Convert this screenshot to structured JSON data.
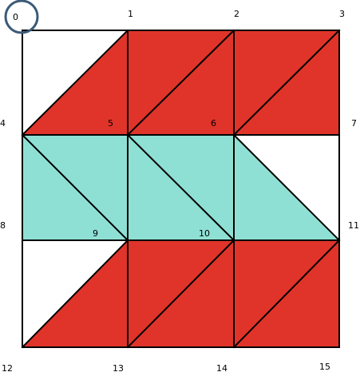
{
  "puzzle": {
    "grid_size": 3,
    "colors": {
      "red": "#e0342a",
      "teal": "#8fe0d4",
      "empty": "#ffffff",
      "line": "#000000",
      "highlight": "#3b5a78"
    },
    "vertices": [
      {
        "id": 0,
        "label": "0"
      },
      {
        "id": 1,
        "label": "1"
      },
      {
        "id": 2,
        "label": "2"
      },
      {
        "id": 3,
        "label": "3"
      },
      {
        "id": 4,
        "label": "4"
      },
      {
        "id": 5,
        "label": "5"
      },
      {
        "id": 6,
        "label": "6"
      },
      {
        "id": 7,
        "label": "7"
      },
      {
        "id": 8,
        "label": "8"
      },
      {
        "id": 9,
        "label": "9"
      },
      {
        "id": 10,
        "label": "10"
      },
      {
        "id": 11,
        "label": "11"
      },
      {
        "id": 12,
        "label": "12"
      },
      {
        "id": 13,
        "label": "13"
      },
      {
        "id": 14,
        "label": "14"
      },
      {
        "id": 15,
        "label": "15"
      }
    ],
    "highlighted_vertex": 0,
    "triangles": [
      {
        "vertices": [
          0,
          1,
          4
        ],
        "fill": "empty"
      },
      {
        "vertices": [
          1,
          4,
          5
        ],
        "fill": "red"
      },
      {
        "vertices": [
          1,
          2,
          5
        ],
        "fill": "red"
      },
      {
        "vertices": [
          2,
          5,
          6
        ],
        "fill": "red"
      },
      {
        "vertices": [
          2,
          3,
          6
        ],
        "fill": "red"
      },
      {
        "vertices": [
          3,
          6,
          7
        ],
        "fill": "red"
      },
      {
        "vertices": [
          4,
          5,
          9
        ],
        "fill": "teal"
      },
      {
        "vertices": [
          4,
          8,
          9
        ],
        "fill": "teal"
      },
      {
        "vertices": [
          5,
          6,
          10
        ],
        "fill": "teal"
      },
      {
        "vertices": [
          5,
          9,
          10
        ],
        "fill": "teal"
      },
      {
        "vertices": [
          6,
          7,
          11
        ],
        "fill": "empty"
      },
      {
        "vertices": [
          6,
          10,
          11
        ],
        "fill": "teal"
      },
      {
        "vertices": [
          8,
          9,
          12
        ],
        "fill": "empty"
      },
      {
        "vertices": [
          9,
          12,
          13
        ],
        "fill": "red"
      },
      {
        "vertices": [
          9,
          10,
          13
        ],
        "fill": "red"
      },
      {
        "vertices": [
          10,
          13,
          14
        ],
        "fill": "red"
      },
      {
        "vertices": [
          10,
          11,
          14
        ],
        "fill": "red"
      },
      {
        "vertices": [
          11,
          14,
          15
        ],
        "fill": "red"
      }
    ],
    "diagonals": [
      [
        1,
        4
      ],
      [
        2,
        5
      ],
      [
        3,
        6
      ],
      [
        4,
        9
      ],
      [
        5,
        10
      ],
      [
        6,
        11
      ],
      [
        9,
        12
      ],
      [
        10,
        13
      ],
      [
        11,
        14
      ]
    ]
  }
}
